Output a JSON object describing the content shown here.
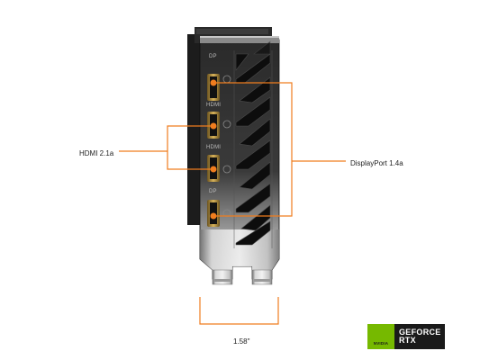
{
  "callouts": {
    "hdmi": "HDMI 2.1a",
    "displayport": "DisplayPort 1.4a",
    "width": "1.58\""
  },
  "port_labels": [
    "DP",
    "HDMI",
    "HDMI",
    "DP"
  ],
  "badge": {
    "brand": "NVIDIA",
    "line1": "GEFORCE",
    "line2": "RTX"
  },
  "colors": {
    "accent": "#f07d1e",
    "nvidia_green": "#76b900",
    "bracket_dark": "#1e1e1e"
  }
}
